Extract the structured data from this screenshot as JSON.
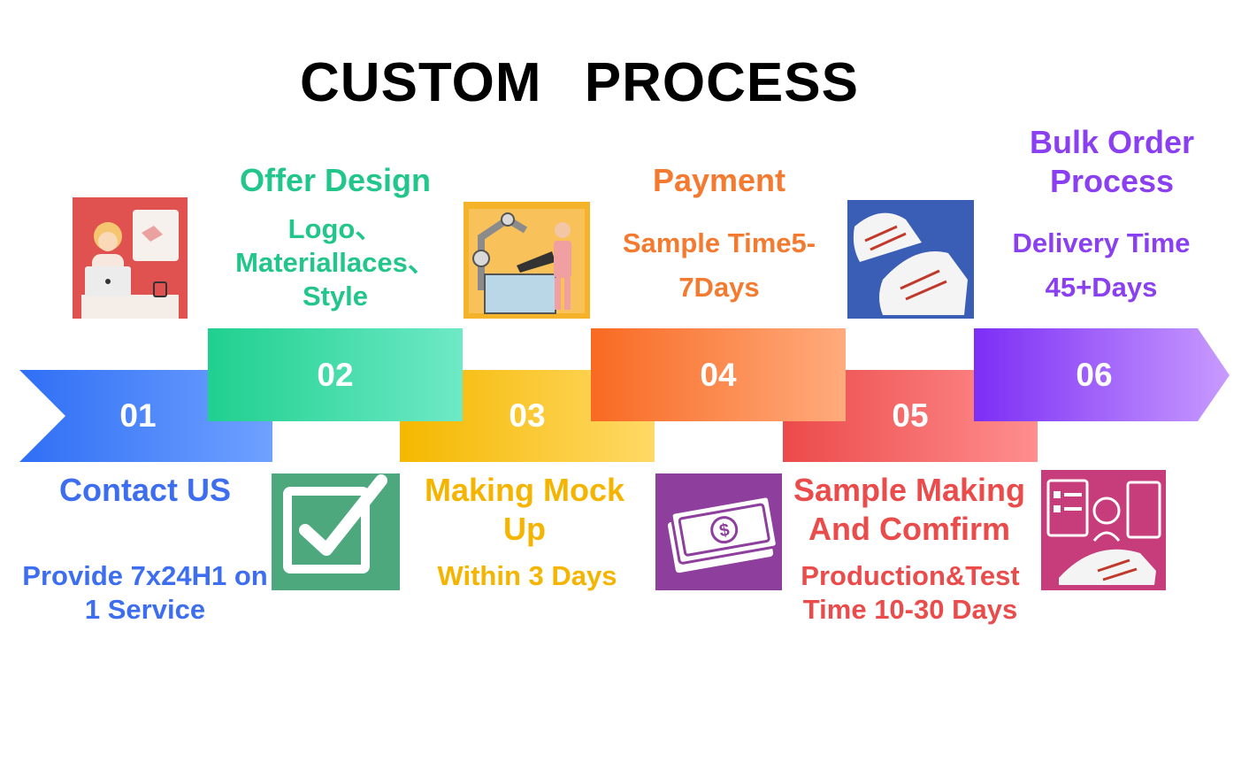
{
  "title": "CUSTOM   PROCESS",
  "steps": [
    {
      "number": "01",
      "heading": "Contact US",
      "detail": "Provide 7x24H1 on 1 Service",
      "color": "#3d6ef0",
      "icon": "woman-at-laptop-icon"
    },
    {
      "number": "02",
      "heading": "Offer Design",
      "detail": "Logo、Materiallaces、Style",
      "color": "#22c68a",
      "icon": "checkmark-icon"
    },
    {
      "number": "03",
      "heading": "Making Mock Up",
      "detail": "Within 3 Days",
      "color": "#f5b400",
      "icon": "factory-robot-arm-icon"
    },
    {
      "number": "04",
      "heading": "Payment",
      "detail": "Sample Time5-7Days",
      "color": "#f47a30",
      "icon": "money-stack-icon"
    },
    {
      "number": "05",
      "heading": "Sample Making And Comfirm",
      "detail": "Production&Test Time 10-30 Days",
      "color": "#ea4b4b",
      "icon": "sneakers-icon"
    },
    {
      "number": "06",
      "heading": "Bulk Order Process",
      "detail": "Delivery Time 45+Days",
      "color": "#8a3ff0",
      "icon": "quality-inspection-icon"
    }
  ]
}
